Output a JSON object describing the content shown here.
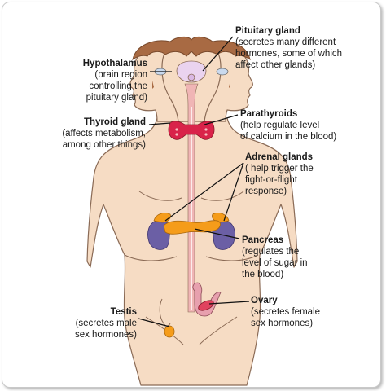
{
  "labels": {
    "pituitary": {
      "title": "Pituitary gland",
      "desc": [
        "(secretes many different",
        "hormones, some of which",
        "affect other glands)"
      ]
    },
    "hypothalamus": {
      "title": "Hypothalamus",
      "desc": [
        "(brain region",
        "controlling the",
        "pituitary gland)"
      ]
    },
    "thyroid": {
      "title": "Thyroid gland",
      "desc": [
        "(affects metabolism,",
        "among other things)"
      ]
    },
    "parathyroids": {
      "title": "Parathyroids",
      "desc": [
        "(help regulate level",
        "of calcium in the blood)"
      ]
    },
    "adrenal": {
      "title": "Adrenal glands",
      "desc": [
        "( help trigger the",
        "fight-or-flight",
        "response)"
      ]
    },
    "pancreas": {
      "title": "Pancreas",
      "desc": [
        "(regulates the",
        "level of sugar in",
        "the blood)"
      ]
    },
    "ovary": {
      "title": "Ovary",
      "desc": [
        "(secretes female",
        "sex hormones)"
      ]
    },
    "testis": {
      "title": "Testis",
      "desc": [
        "(secretes male",
        "sex hormones)"
      ]
    }
  },
  "colors": {
    "skin": "#f6dcc4",
    "skin_outline": "#8a6a55",
    "hair": "#a86a43",
    "thyroid": "#d9234a",
    "adrenal": "#f59c1a",
    "kidney": "#6b5fa5",
    "ovary": "#e0425e",
    "pituitary": "#d9b7e3",
    "spine": "#f0b5b5",
    "leader": "#111111"
  }
}
